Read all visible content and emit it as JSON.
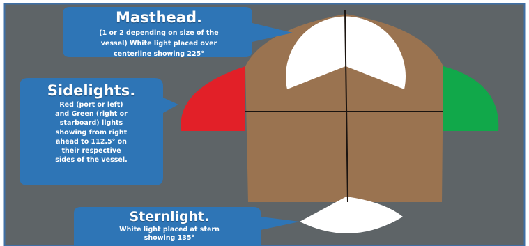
{
  "colors": {
    "background": "#5e6467",
    "frame": "#3f6fa4",
    "callout": "#2e75b6",
    "hull": "#9a7350",
    "red_light": "#e22028",
    "green_light": "#11a84a",
    "white_light": "#ffffff",
    "centerline": "#1b1410"
  },
  "masthead": {
    "title": "Masthead.",
    "lines": [
      "(1 or 2 depending on size of the",
      "vessel) White light placed over",
      "centerline showing 225°"
    ]
  },
  "sidelights": {
    "title": "Sidelights.",
    "lines": [
      "Red (port or left)",
      "and Green (right or",
      "starboard) lights",
      "showing from right",
      "ahead to 112.5° on",
      "their respective",
      "sides of the vessel."
    ]
  },
  "sternlight": {
    "title": "Sternlight.",
    "lines": [
      "White light placed at stern",
      "showing 135°"
    ]
  }
}
